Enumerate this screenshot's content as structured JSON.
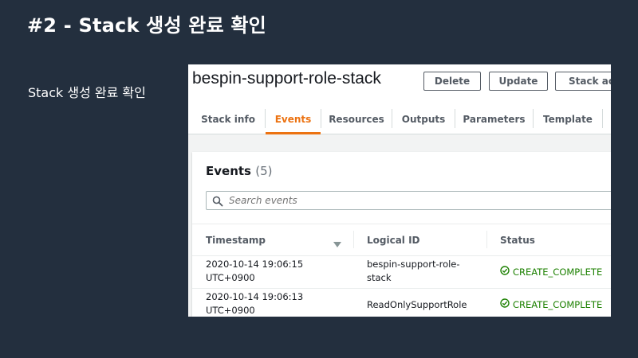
{
  "slide": {
    "title": "#2 - Stack 생성 완료 확인",
    "body": "Stack 생성 완료 확인"
  },
  "stack": {
    "name": "bespin-support-role-stack",
    "buttons": {
      "delete": "Delete",
      "update": "Update",
      "stack_actions": "Stack acti"
    },
    "tabs": [
      "Stack info",
      "Events",
      "Resources",
      "Outputs",
      "Parameters",
      "Template"
    ],
    "active_tab": "Events"
  },
  "events": {
    "title": "Events",
    "count": "(5)",
    "search_placeholder": "Search events",
    "columns": {
      "timestamp": "Timestamp",
      "logical_id": "Logical ID",
      "status": "Status"
    },
    "rows": [
      {
        "timestamp_line1": "2020-10-14 19:06:15",
        "timestamp_line2": "UTC+0900",
        "logical_id_line1": "bespin-support-role-",
        "logical_id_line2": "stack",
        "status": "CREATE_COMPLETE"
      },
      {
        "timestamp_line1": "2020-10-14 19:06:13",
        "timestamp_line2": "UTC+0900",
        "logical_id_line1": "ReadOnlySupportRole",
        "logical_id_line2": "",
        "status": "CREATE_COMPLETE"
      }
    ]
  },
  "colors": {
    "slide_background": "#232f3e",
    "active_tab": "#ec7211",
    "status_success": "#1d8102"
  },
  "icons": {
    "search": "search-icon",
    "sort": "sort-down-icon",
    "status": "check-circle-icon"
  }
}
